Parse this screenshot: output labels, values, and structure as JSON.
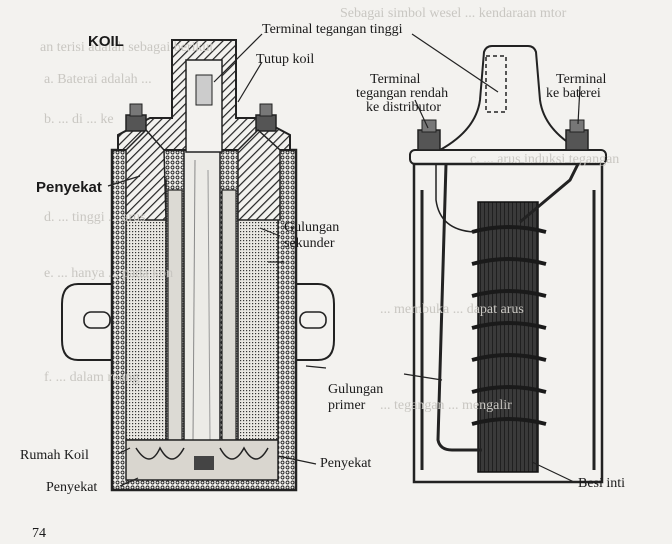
{
  "title": "KOIL",
  "labels": {
    "terminal_tegangan_tinggi": "Terminal tegangan  tinggi",
    "tutup_koil": "Tutup koil",
    "terminal_rendah_1": "Terminal",
    "terminal_rendah_2": "tegangan rendah",
    "terminal_rendah_3": "ke distributor",
    "terminal_baterei_1": "Terminal",
    "terminal_baterei_2": "ke baterei",
    "penyekat_top": "Penyekat",
    "gulungan_sekunder_1": "Gulungan",
    "gulungan_sekunder_2": "sekunder",
    "gulungan_primer_1": "Gulungan",
    "gulungan_primer_2": "primer",
    "rumah_koil": "Rumah Koil",
    "penyekat_right": "Penyekat",
    "penyekat_bottom": "Penyekat",
    "besi_inti": "Besi inti",
    "page_number": "74"
  },
  "bleed_text": [
    "Sebagai simbol wesel ...  kendaraan mtor",
    "an terisi adalah sebagai berikut",
    "a.  Baterai adalah ...",
    "b.  ... di ... ke",
    "c.  ... arus induksi tegangan",
    "d.  ... tinggi ... arus",
    "e.  ... hanya  ... pada kon",
    "... membuka ... dapat arus",
    "f.  ... dalam ruang",
    "... tegangan ... mengalir"
  ]
}
